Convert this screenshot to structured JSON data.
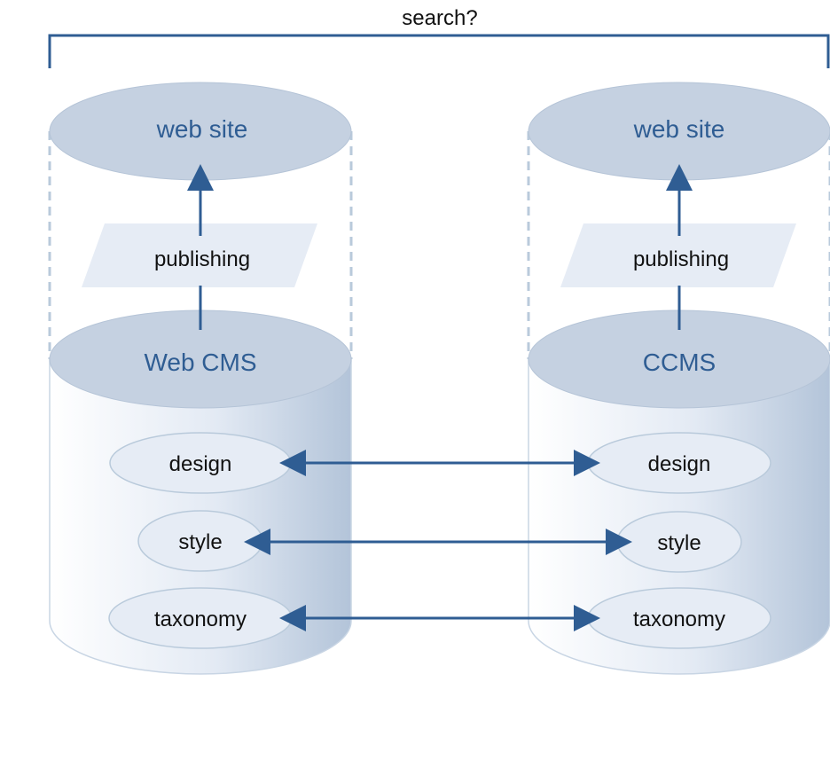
{
  "header": {
    "label": "search?"
  },
  "left_stack": {
    "website_label": "web site",
    "publishing_label": "publishing",
    "repository_label": "Web CMS",
    "modules": [
      "design",
      "style",
      "taxonomy"
    ]
  },
  "right_stack": {
    "website_label": "web site",
    "publishing_label": "publishing",
    "repository_label": "CCMS",
    "modules": [
      "design",
      "style",
      "taxonomy"
    ]
  },
  "colors": {
    "accent": "#2f5d93",
    "ellipse_fill": "#c5d1e1",
    "light_fill": "#e6ecf5",
    "dashed": "#b9cadb"
  }
}
